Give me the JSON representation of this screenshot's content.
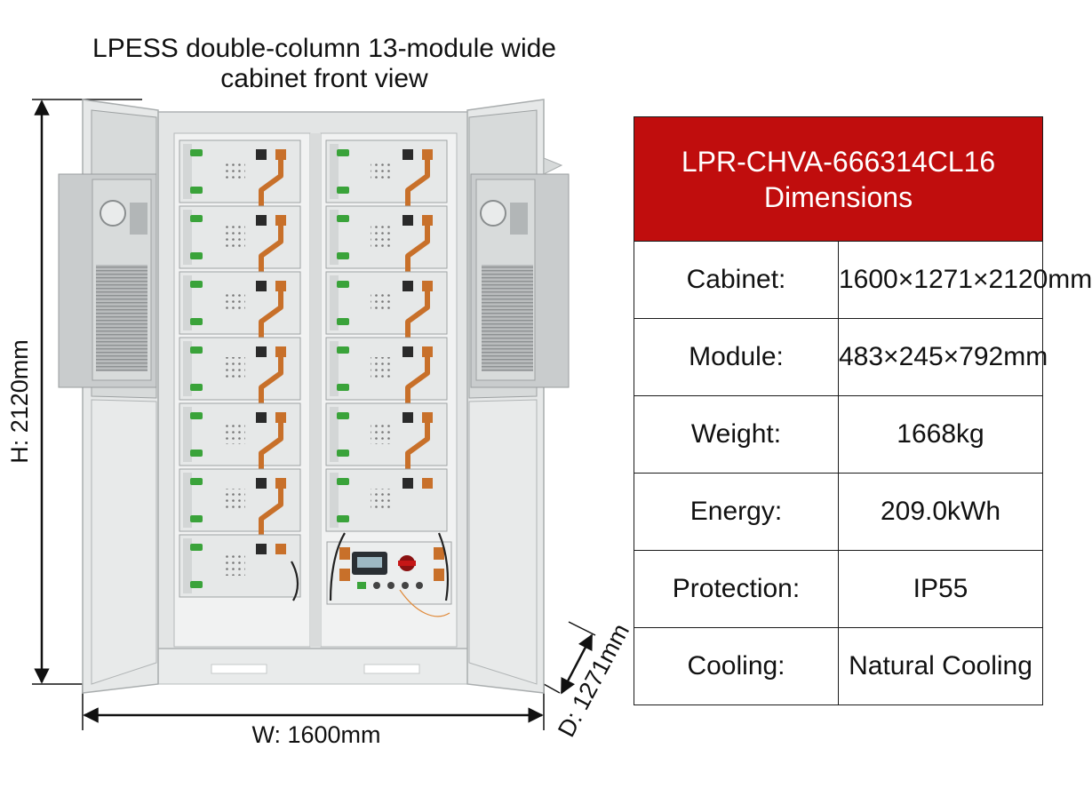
{
  "title": {
    "line1": "LPESS double-column 13-module wide",
    "line2": "cabinet front view"
  },
  "dimension_labels": {
    "height": "H: 2120mm",
    "width": "W: 1600mm",
    "depth": "D: 1271mm"
  },
  "specs": {
    "header_line1": "LPR-CHVA-666314CL16",
    "header_line2": "Dimensions",
    "rows": [
      {
        "label": "Cabinet:",
        "value": "1600×1271×2120mm"
      },
      {
        "label": "Module:",
        "value": "483×245×792mm"
      },
      {
        "label": "Weight:",
        "value": "1668kg"
      },
      {
        "label": "Energy:",
        "value": "209.0kWh"
      },
      {
        "label": "Protection:",
        "value": "IP55"
      },
      {
        "label": "Cooling:",
        "value": "Natural Cooling"
      }
    ]
  },
  "colors": {
    "header_bg": "#c00d0d",
    "cabinet": "#e4e6e6",
    "copper_busbar": "#c8702a",
    "connector_green": "#3aa33a"
  }
}
